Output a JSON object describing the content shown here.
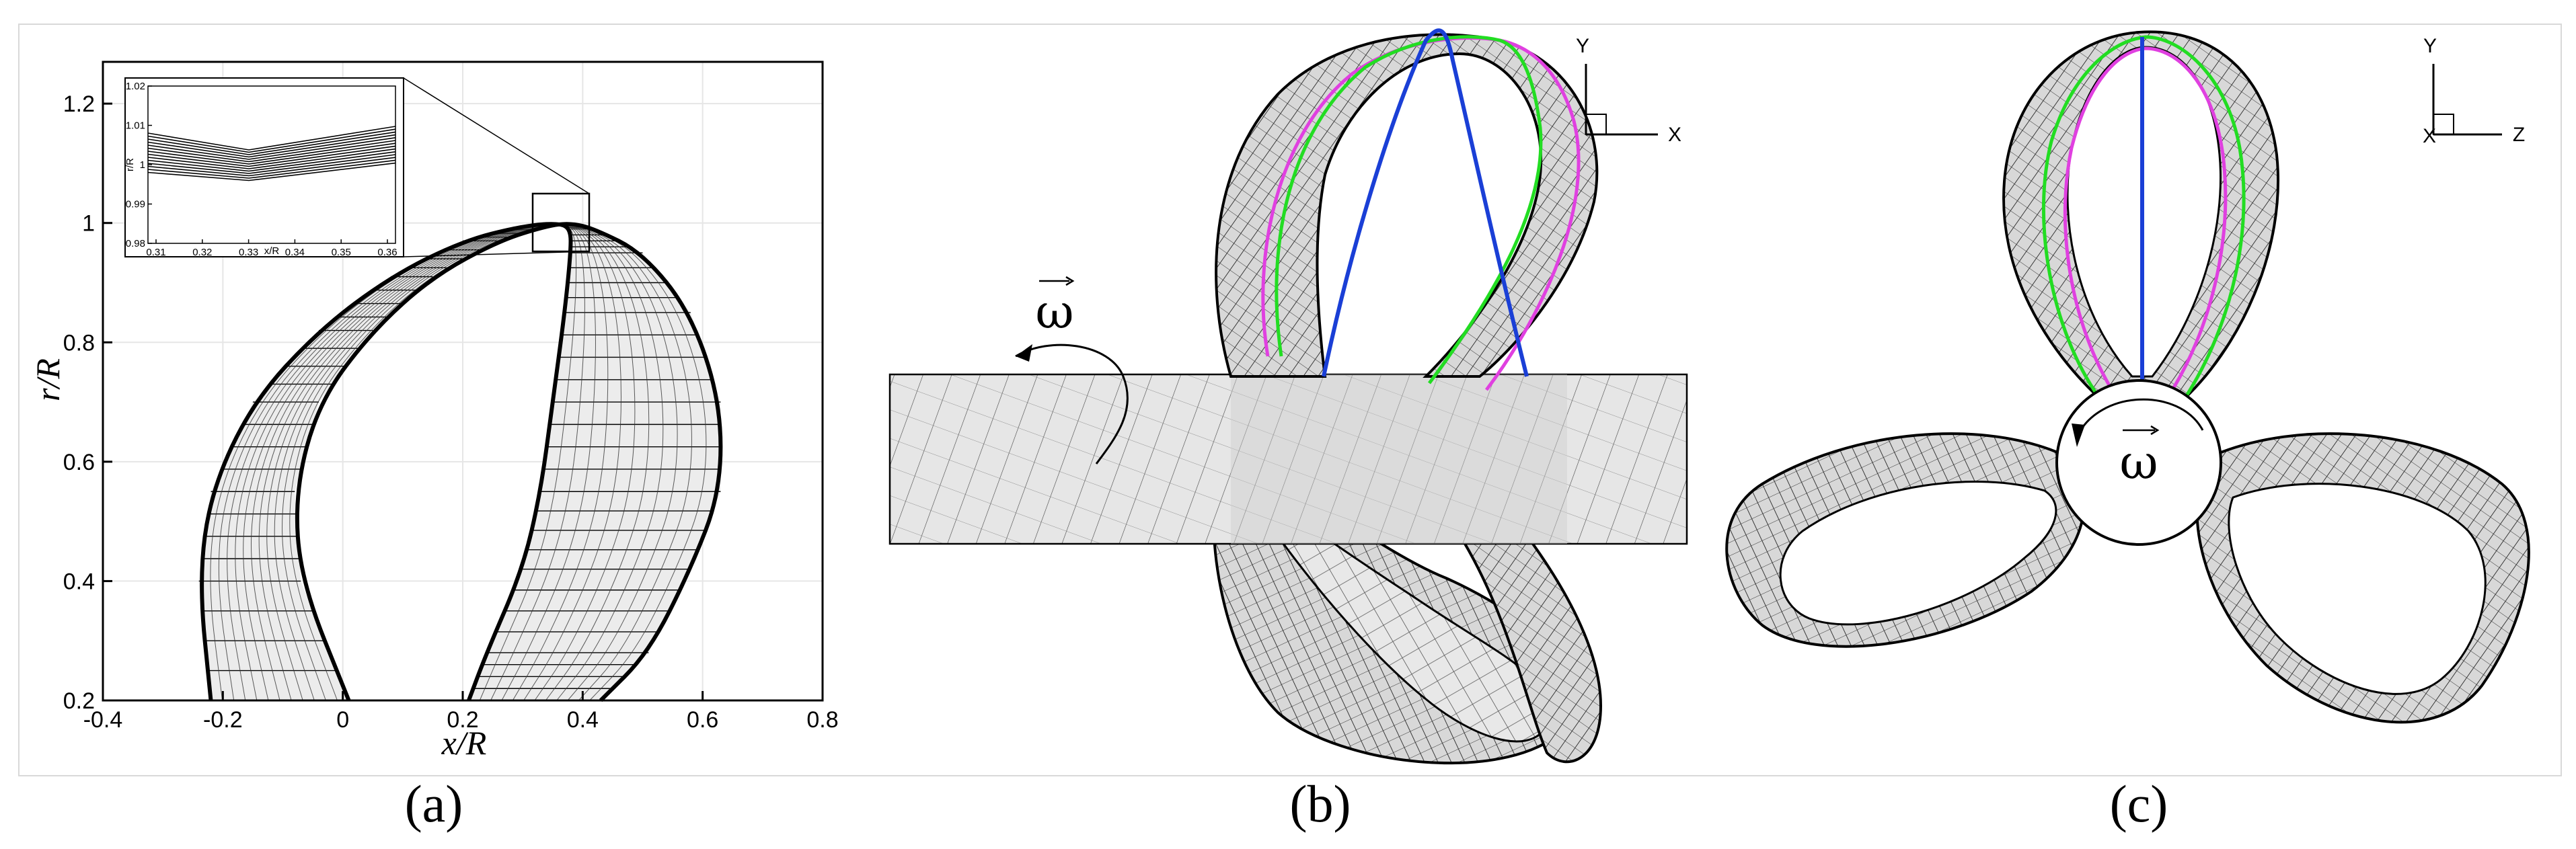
{
  "panels": [
    {
      "caption": "(a)"
    },
    {
      "caption": "(b)"
    },
    {
      "caption": "(c)"
    }
  ],
  "panel_a": {
    "xlabel": "x/R",
    "ylabel": "r/R",
    "xticks": [
      "-0.4",
      "-0.2",
      "0",
      "0.2",
      "0.4",
      "0.6",
      "0.8"
    ],
    "yticks": [
      "0.2",
      "0.4",
      "0.6",
      "0.8",
      "1",
      "1.2"
    ],
    "inset": {
      "xticks": [
        "0.31",
        "0.32",
        "0.33",
        "0.34",
        "0.35",
        "0.36"
      ],
      "yticks": [
        "0.98",
        "0.99",
        "1",
        "1.01",
        "1.02"
      ],
      "xlabel": "x/R",
      "ylabel": "r/R"
    }
  },
  "panel_b": {
    "omega": "ω",
    "triad": {
      "up": "Y",
      "right": "X"
    }
  },
  "panel_c": {
    "omega": "ω",
    "triad": {
      "up": "Y",
      "right": "Z",
      "out": "X"
    }
  },
  "colors": {
    "green": "#22dd22",
    "magenta": "#e040e0",
    "blue": "#1a3fd6",
    "mesh_fill": "#dcdcdc"
  },
  "chart_data": {
    "type": "line",
    "xlabel": "x/R",
    "ylabel": "r/R",
    "xlim": [
      -0.4,
      0.8
    ],
    "ylim": [
      0.2,
      1.27
    ],
    "grid": true,
    "series": [
      {
        "x": [
          -0.22,
          -0.24,
          -0.22,
          -0.15,
          -0.04,
          0.08,
          0.2,
          0.3,
          0.36,
          0.38,
          0.38,
          0.37,
          0.35,
          0.33,
          0.3,
          0.24,
          0.21
        ],
        "y": [
          0.2,
          0.4,
          0.55,
          0.7,
          0.82,
          0.91,
          0.97,
          0.995,
          1.0,
          0.99,
          0.95,
          0.85,
          0.7,
          0.55,
          0.42,
          0.28,
          0.2
        ]
      },
      {
        "x": [
          0.01,
          -0.07,
          -0.08,
          -0.04,
          0.05,
          0.15,
          0.26,
          0.34,
          0.38,
          0.42,
          0.5,
          0.58,
          0.63,
          0.63,
          0.58,
          0.51,
          0.43
        ],
        "y": [
          0.2,
          0.4,
          0.55,
          0.7,
          0.82,
          0.91,
          0.97,
          0.995,
          1.0,
          0.99,
          0.95,
          0.85,
          0.7,
          0.55,
          0.42,
          0.28,
          0.2
        ]
      }
    ]
  }
}
